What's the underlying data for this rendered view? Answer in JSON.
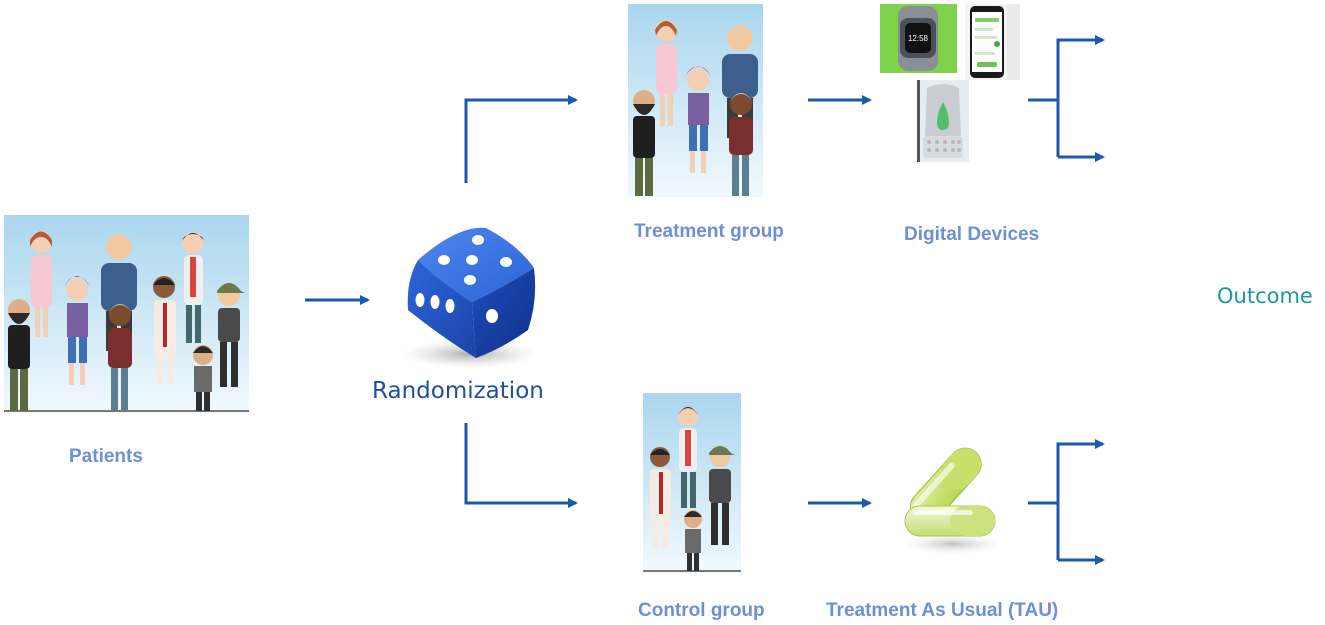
{
  "labels": {
    "patients": "Patients",
    "randomization": "Randomization",
    "treatment_group": "Treatment group",
    "digital_devices": "Digital Devices",
    "outcome": "Outcome",
    "control_group": "Control group",
    "tau": "Treatment As Usual (TAU)"
  },
  "devices": {
    "watch_time": "12:58"
  },
  "colors": {
    "arrow": "#1a5aa8",
    "label": "#6c8fd6",
    "randomization_label": "#1f4f9a",
    "outcome_label": "#1e96a8",
    "sky_top": "#a9d6ee",
    "sky_bottom": "#f2f9fd",
    "die": "#2a63d6",
    "capsule": "#b6d65a"
  }
}
